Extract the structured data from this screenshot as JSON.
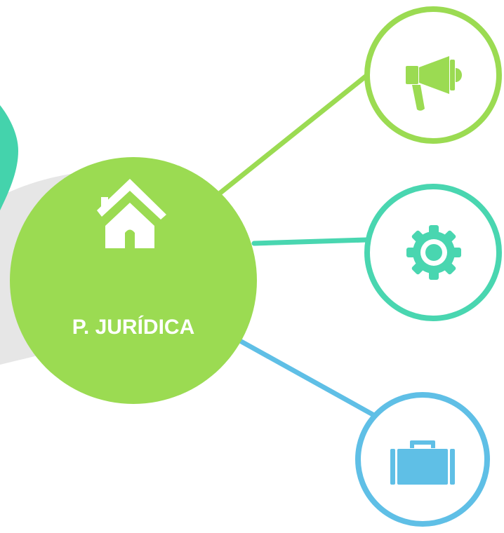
{
  "center": {
    "label": "P. JURÍDICA",
    "icon": "house-icon",
    "color": "#9bdb52"
  },
  "nodes": [
    {
      "id": "marketing",
      "icon": "megaphone-icon",
      "color": "#9bdb52"
    },
    {
      "id": "settings",
      "icon": "gear-icon",
      "color": "#49d6b0"
    },
    {
      "id": "business",
      "icon": "briefcase-icon",
      "color": "#5fbfe6"
    }
  ],
  "colors": {
    "background_blob": "#e6e6e6",
    "teal_shape": "#44d3ac",
    "white": "#ffffff"
  }
}
